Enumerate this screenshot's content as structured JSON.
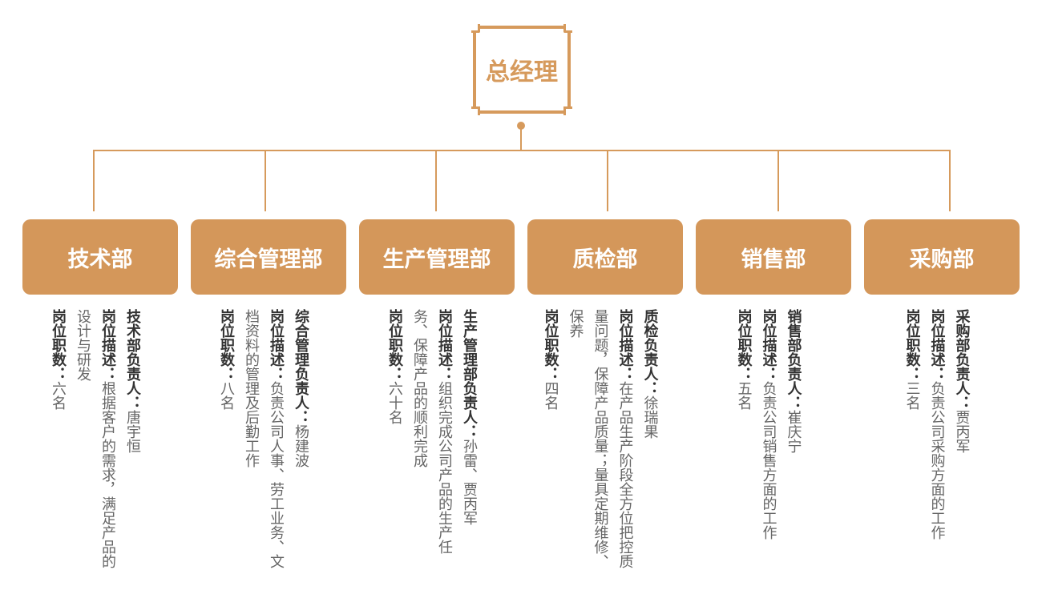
{
  "root": {
    "title": "总经理"
  },
  "colors": {
    "accent": "#d4975a"
  },
  "departments": [
    {
      "name": "技术部",
      "head_label": "技术部负责人：",
      "head": "唐宇恒",
      "desc_label": "岗位描述：",
      "desc": "根据客户的需求，满足产品的设计与研发",
      "count_label": "岗位职数：",
      "count": "六名"
    },
    {
      "name": "综合管理部",
      "head_label": "综合管理负责人：",
      "head": "杨建波",
      "desc_label": "岗位描述：",
      "desc": "负责公司人事、劳工业务、文档资料的管理及后勤工作",
      "count_label": "岗位职数：",
      "count": "八名"
    },
    {
      "name": "生产管理部",
      "head_label": "生产管理部负责人：",
      "head": "孙雷、贾丙军",
      "desc_label": "岗位描述：",
      "desc": "组织完成公司产品的生产任务、保障产品的顺利完成",
      "count_label": "岗位职数：",
      "count": "六十名"
    },
    {
      "name": "质检部",
      "head_label": "质检负责人：",
      "head": "徐瑞果",
      "desc_label": "岗位描述：",
      "desc": "在产品生产阶段全方位把控质量问题，保障产品质量；量具定期维修、保养",
      "count_label": "岗位职数：",
      "count": "四名"
    },
    {
      "name": "销售部",
      "head_label": "销售部负责人：",
      "head": "崔庆宁",
      "desc_label": "岗位描述：",
      "desc": "负责公司销售方面的工作",
      "count_label": "岗位职数：",
      "count": "五名"
    },
    {
      "name": "采购部",
      "head_label": "采购部负责人：",
      "head": "贾丙军",
      "desc_label": "岗位描述：",
      "desc": "负责公司采购方面的工作",
      "count_label": "岗位职数：",
      "count": "三名"
    }
  ]
}
